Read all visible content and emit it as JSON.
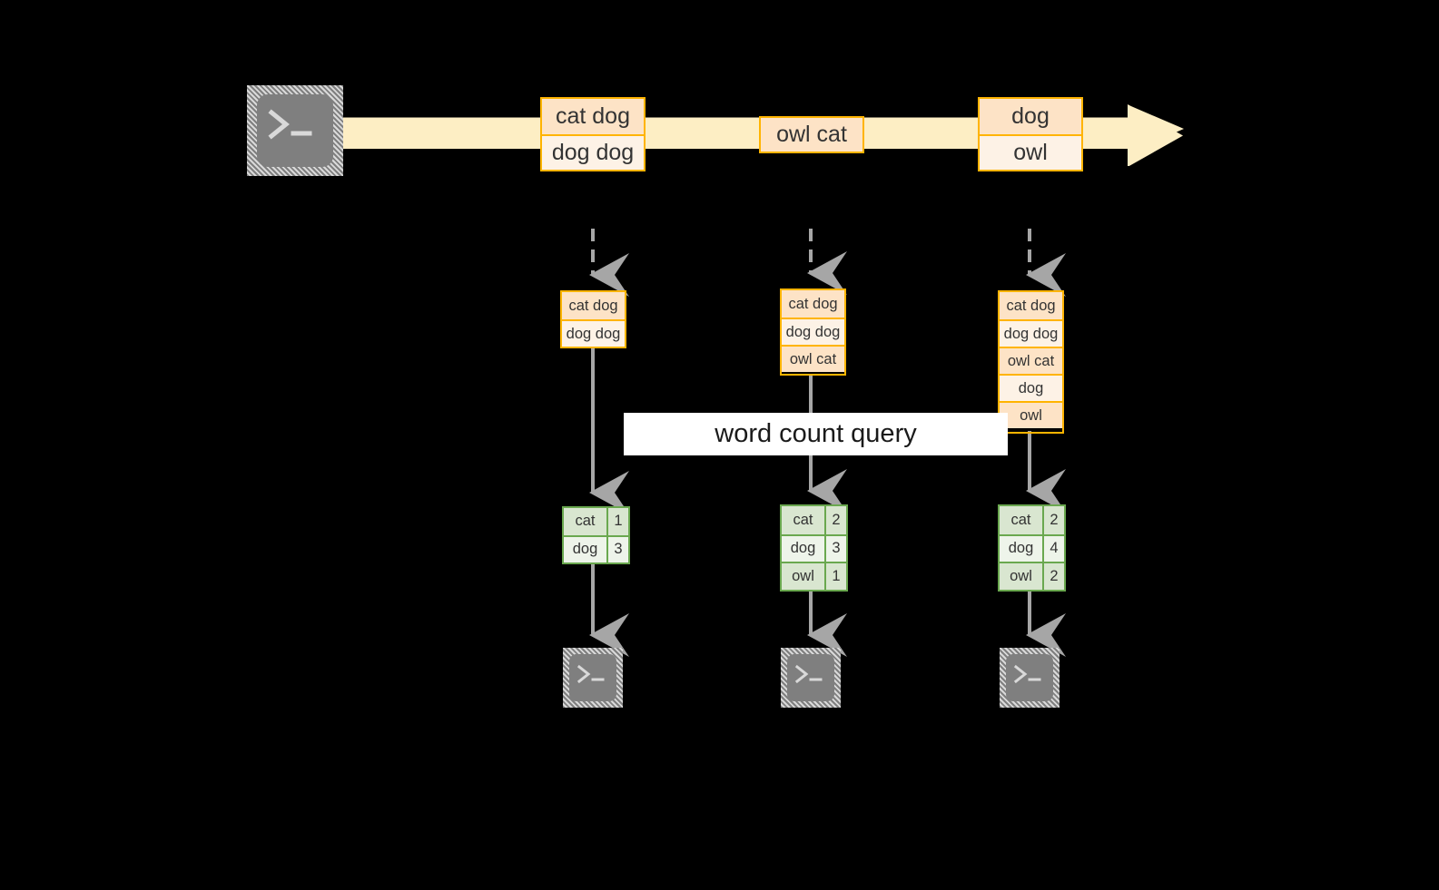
{
  "diagram": {
    "title": "word count query stream diagram",
    "colors": {
      "background": "#000000",
      "event_border": "#ffb400",
      "event_fill_dark": "#fde3c6",
      "event_fill_light": "#fdf2e6",
      "timeline_fill": "#fdeec4",
      "table_border": "#6aa84f",
      "table_fill_dark": "#d9e6d0",
      "table_fill_light": "#eef4ea",
      "arrow_gray": "#a6a6a6",
      "icon_gray": "#7f7f7f",
      "band_fill": "#ffffff",
      "text": "#333333"
    },
    "query_label": "word count query",
    "source_icon": "terminal-icon",
    "sink_icon": "terminal-icon",
    "timeline": {
      "direction": "left-to-right",
      "events": [
        {
          "name": "event-cat-dog-dog-dog",
          "rows": [
            "cat dog",
            "dog dog"
          ]
        },
        {
          "name": "event-owl-cat",
          "rows": [
            "owl cat"
          ]
        },
        {
          "name": "event-dog-owl",
          "rows": [
            "dog",
            "owl"
          ]
        }
      ]
    },
    "columns": [
      {
        "name": "snapshot-1",
        "input_rows": [
          "cat dog",
          "dog dog"
        ],
        "counts": [
          {
            "word": "cat",
            "count": "1"
          },
          {
            "word": "dog",
            "count": "3"
          }
        ]
      },
      {
        "name": "snapshot-2",
        "input_rows": [
          "cat dog",
          "dog dog",
          "owl cat"
        ],
        "counts": [
          {
            "word": "cat",
            "count": "2"
          },
          {
            "word": "dog",
            "count": "3"
          },
          {
            "word": "owl",
            "count": "1"
          }
        ]
      },
      {
        "name": "snapshot-3",
        "input_rows": [
          "cat dog",
          "dog dog",
          "owl cat",
          "dog",
          "owl"
        ],
        "counts": [
          {
            "word": "cat",
            "count": "2"
          },
          {
            "word": "dog",
            "count": "4"
          },
          {
            "word": "owl",
            "count": "2"
          }
        ]
      }
    ]
  }
}
